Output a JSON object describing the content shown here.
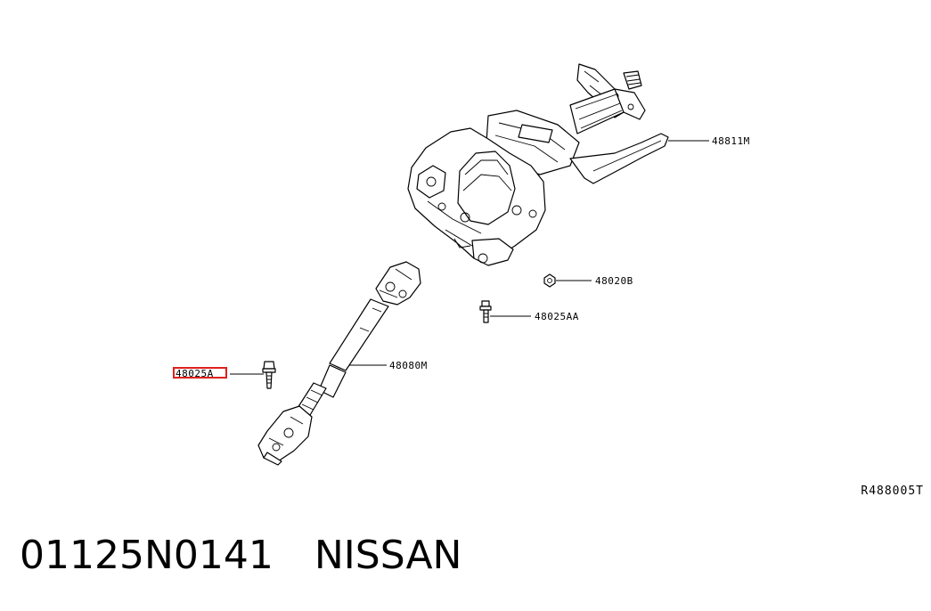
{
  "diagram": {
    "callouts": [
      {
        "id": "column",
        "label": "48811M"
      },
      {
        "id": "nut",
        "label": "48020B"
      },
      {
        "id": "bolt-aa",
        "label": "48025AA"
      },
      {
        "id": "shaft",
        "label": "48080M"
      },
      {
        "id": "bolt-a",
        "label": "48025A"
      }
    ],
    "drawing_code": "R488005T",
    "highlight_color": "#e0201c"
  },
  "footer": {
    "part_number": "01125N0141",
    "brand": "NISSAN"
  }
}
